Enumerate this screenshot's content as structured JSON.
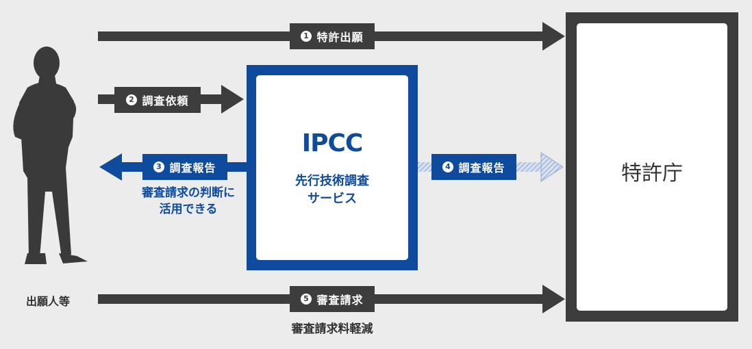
{
  "nodes": {
    "applicant_label": "出願人等",
    "ipcc_logo": "IPCC",
    "ipcc_service_line1": "先行技術調査",
    "ipcc_service_line2": "サービス",
    "jpo_label": "特許庁"
  },
  "arrows": [
    {
      "num": "1",
      "label": "特許出願"
    },
    {
      "num": "2",
      "label": "調査依頼"
    },
    {
      "num": "3",
      "label": "調査報告"
    },
    {
      "num": "4",
      "label": "調査報告"
    },
    {
      "num": "5",
      "label": "審査請求"
    }
  ],
  "notes": {
    "step3_line1": "審査請求の判断に",
    "step3_line2": "活用できる",
    "step5": "審査請求料軽減"
  },
  "colors": {
    "dark": "#3d3d3d",
    "blue": "#0f4b9c",
    "light_blue": "#c5d3ea",
    "background": "#ececec"
  }
}
